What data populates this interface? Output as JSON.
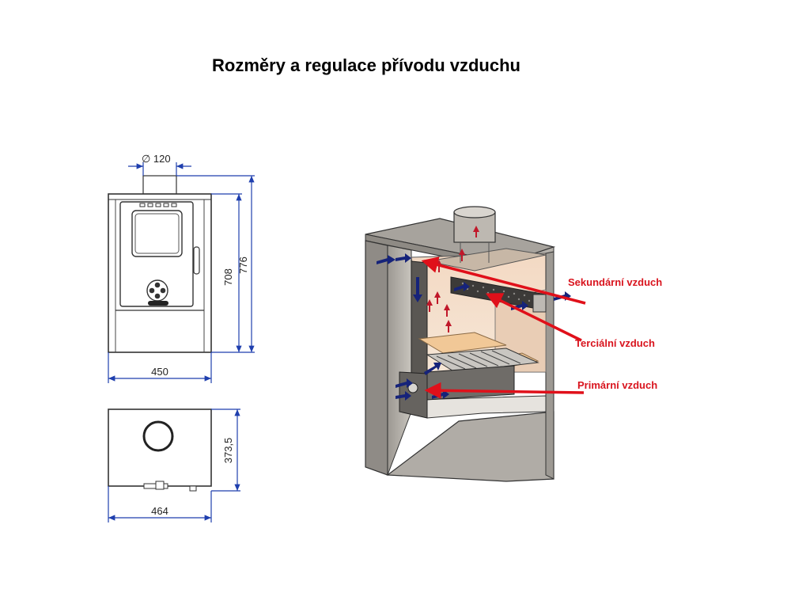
{
  "title": "Rozměry a regulace přívodu vzduchu",
  "dimensions": {
    "flue_diameter": "∅ 120",
    "height_door": "708",
    "height_total": "776",
    "width_front": "450",
    "depth": "373,5",
    "width_top": "464"
  },
  "labels": {
    "secondary": "Sekundární vzduch",
    "tertiary": "Terciální vzduch",
    "primary": "Primární vzduch"
  },
  "colors": {
    "dimension_line": "#1f3fae",
    "label_red": "#d9141e",
    "air_arrow_blue": "#16237a",
    "flame_arrow_red": "#c0182a"
  }
}
